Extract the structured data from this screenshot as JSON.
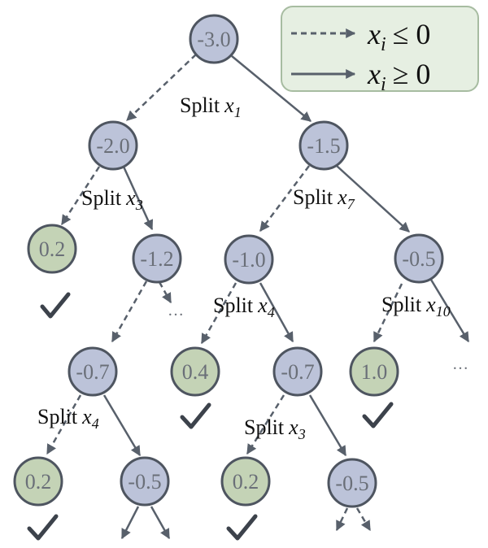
{
  "legend": {
    "dashed_label_var": "x",
    "dashed_label_sub": "i",
    "dashed_label_op": "≤ 0",
    "solid_label_var": "x",
    "solid_label_sub": "i",
    "solid_label_op": "≥ 0"
  },
  "nodes": {
    "n0": "-3.0",
    "n1": "-2.0",
    "n2": "-1.5",
    "n3": "0.2",
    "n4": "-1.2",
    "n5": "-1.0",
    "n6": "-0.5",
    "n7": "-0.7",
    "n8": "0.4",
    "n9": "-0.7",
    "n10": "1.0",
    "n11": "0.2",
    "n12": "-0.5",
    "n13": "0.2",
    "n14": "-0.5"
  },
  "splits": {
    "s1": {
      "word": "Split",
      "var": "x",
      "sub": "1"
    },
    "s2": {
      "word": "Split",
      "var": "x",
      "sub": "3"
    },
    "s3": {
      "word": "Split",
      "var": "x",
      "sub": "7"
    },
    "s4": {
      "word": "Split",
      "var": "x",
      "sub": "4"
    },
    "s5": {
      "word": "Split",
      "var": "x",
      "sub": "10"
    },
    "s6": {
      "word": "Split",
      "var": "x",
      "sub": "4"
    },
    "s7": {
      "word": "Split",
      "var": "x",
      "sub": "3"
    }
  },
  "ellipses": {
    "e1": "…",
    "e2": "…"
  },
  "colors": {
    "node_blue": "#bcc3d9",
    "node_green": "#c4d3b6",
    "legend_bg": "#e6efe2"
  }
}
